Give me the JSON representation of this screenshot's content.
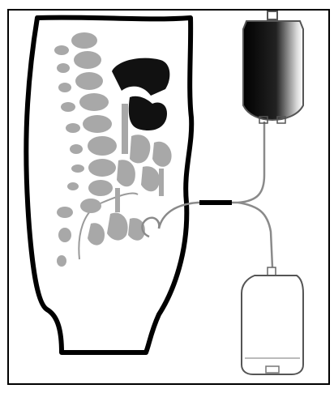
{
  "figure": {
    "description_visible_text": "",
    "colors": {
      "outline": "#000000",
      "organ_dark": "#111111",
      "bone_gray": "#a8a8a8",
      "tube_gray": "#8a8a8a",
      "bag_fill_dark": "#1a1a1a",
      "bag_fill_light": "#ffffff",
      "background": "#ffffff"
    },
    "components": [
      "body-torso-outline",
      "spine-vertebrae",
      "ribs",
      "organ-mass",
      "intestines",
      "catheter-tubing",
      "inflow-bag",
      "drain-bag"
    ]
  }
}
